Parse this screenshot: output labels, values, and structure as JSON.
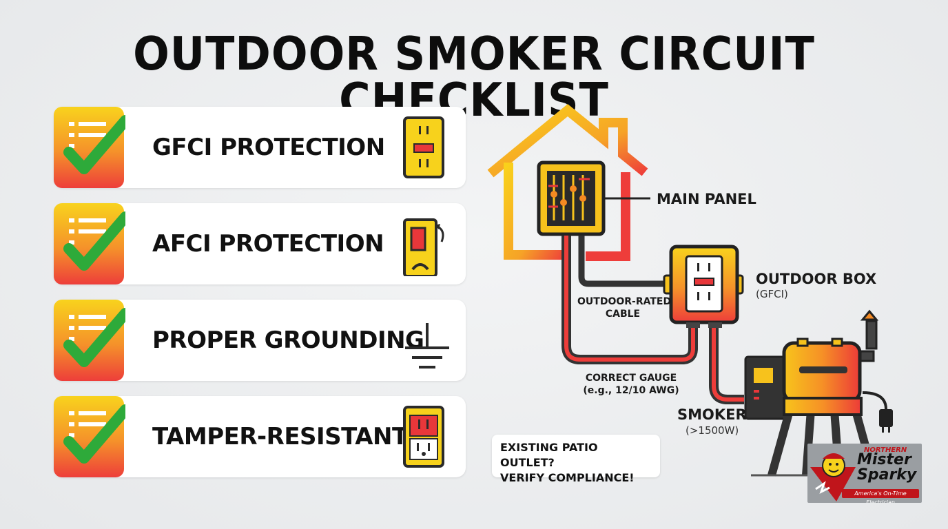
{
  "title": "OUTDOOR SMOKER CIRCUIT CHECKLIST",
  "checklist": [
    {
      "label": "GFCI PROTECTION",
      "icon": "gfci-outlet-icon"
    },
    {
      "label": "AFCI PROTECTION",
      "icon": "afci-breaker-icon"
    },
    {
      "label": "PROPER GROUNDING",
      "icon": "ground-symbol-icon"
    },
    {
      "label": "TAMPER-RESISTANT",
      "icon": "tamper-resistant-outlet-icon"
    }
  ],
  "diagram": {
    "main_panel": "MAIN PANEL",
    "outdoor_box": "OUTDOOR BOX",
    "outdoor_box_sub": "(GFCI)",
    "cable_line1": "OUTDOOR-RATED",
    "cable_line2": "CABLE",
    "gauge_line1": "CORRECT GAUGE",
    "gauge_line2": "(e.g., 12/10 AWG)",
    "smoker": "SMOKER",
    "smoker_sub": "(>1500W)"
  },
  "note": {
    "line1": "EXISTING PATIO OUTLET?",
    "line2": "VERIFY COMPLIANCE!"
  },
  "logo": {
    "northern": "NORTHERN",
    "mister": "Mister",
    "sparky": "Sparky",
    "tagline": "America's On-Time Electrician"
  },
  "colors": {
    "accent_yellow": "#f7d21c",
    "accent_orange": "#f58a22",
    "accent_red": "#e8373a",
    "check_green": "#2eaa3a",
    "dark": "#2a2a2a"
  }
}
